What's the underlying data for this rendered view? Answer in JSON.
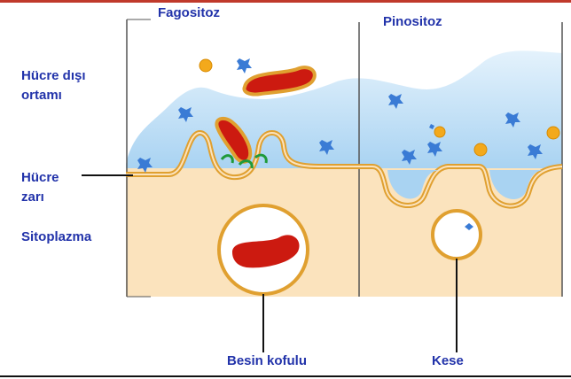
{
  "labels": {
    "fagositoz": "Fagositoz",
    "pinositoz": "Pinositoz",
    "hucre_disi_line1": "Hücre dışı",
    "hucre_disi_line2": "ortamı",
    "hucre_zari_line1": "Hücre",
    "hucre_zari_line2": "zarı",
    "sitoplazma": "Sitoplazma",
    "besin_kofulu": "Besin kofulu",
    "kese": "Kese"
  },
  "colors": {
    "label_text": "#2233aa",
    "top_rule": "#c0392b",
    "bottom_rule": "#111111",
    "extracellular_fluid": "#cfe6f7",
    "cytoplasm": "#fbe3bd",
    "membrane": "#e0a030",
    "bacterium": "#cc1a10",
    "vesicle_interior": "#ffffff",
    "particle_blue": "#3a7bd5",
    "particle_yellow": "#f3a91c",
    "receptor": "#1f9a3a"
  }
}
